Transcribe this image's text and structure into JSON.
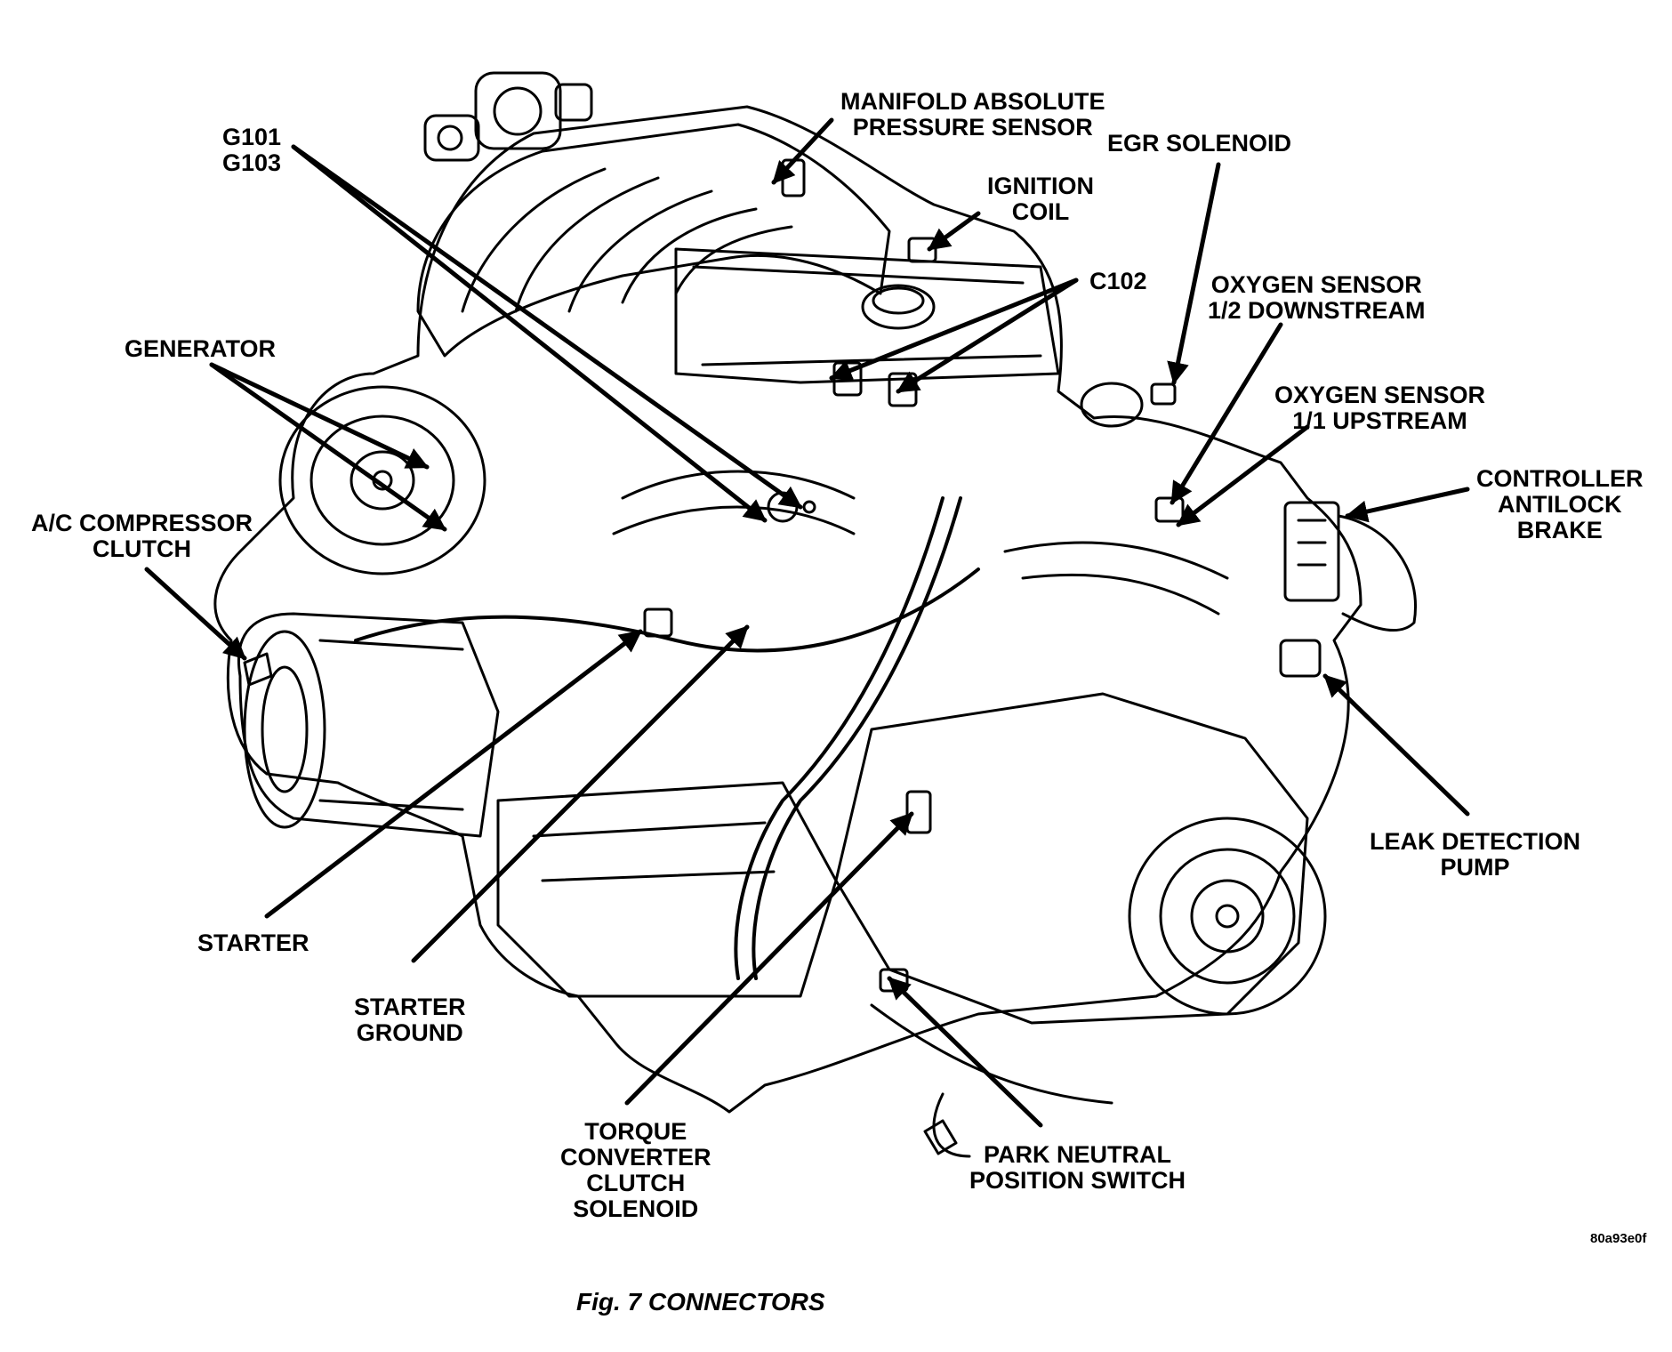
{
  "figure": {
    "caption": "Fig. 7 CONNECTORS",
    "image_code": "80a93e0f"
  },
  "labels": {
    "map_sensor": [
      "MANIFOLD ABSOLUTE",
      "PRESSURE SENSOR"
    ],
    "ground": [
      "G101",
      "G103"
    ],
    "egr_solenoid": [
      "EGR SOLENOID"
    ],
    "ignition_coil": [
      "IGNITION",
      "COIL"
    ],
    "c102": [
      "C102"
    ],
    "o2_downstream": [
      "OXYGEN SENSOR",
      "1/2 DOWNSTREAM"
    ],
    "generator": [
      "GENERATOR"
    ],
    "o2_upstream": [
      "OXYGEN SENSOR",
      "1/1 UPSTREAM"
    ],
    "controller_antilock_brake": [
      "CONTROLLER",
      "ANTILOCK",
      "BRAKE"
    ],
    "ac_compressor_clutch": [
      "A/C COMPRESSOR",
      "CLUTCH"
    ],
    "leak_detection_pump": [
      "LEAK DETECTION",
      "PUMP"
    ],
    "starter": [
      "STARTER"
    ],
    "starter_ground": [
      "STARTER",
      "GROUND"
    ],
    "torque_converter_clutch_solenoid": [
      "TORQUE",
      "CONVERTER",
      "CLUTCH",
      "SOLENOID"
    ],
    "park_neutral_position_switch": [
      "PARK NEUTRAL",
      "POSITION SWITCH"
    ]
  },
  "colors": {
    "line": "#000000",
    "background": "#ffffff"
  }
}
